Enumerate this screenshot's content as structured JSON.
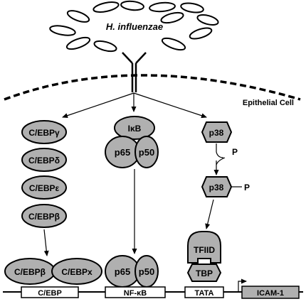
{
  "bacteria_label": "H. influenzae",
  "cell_label": "Epithelial Cell",
  "cebp_pathway": {
    "isoforms": [
      "C/EBPγ",
      "C/EBPδ",
      "C/EBPε",
      "C/EBPβ"
    ],
    "dimer": [
      "C/EBPβ",
      "C/EBPx"
    ],
    "site": "C/EBP"
  },
  "nfkb_pathway": {
    "inhibitor": "IκB",
    "subunits": [
      "p65",
      "p50"
    ],
    "nuclear_subunits": [
      "p65",
      "p50"
    ],
    "site": "NF-κB"
  },
  "p38_pathway": {
    "kinase": "p38",
    "phosphate": "P",
    "kinase_active": "p38",
    "phosphate_active": "P",
    "tfiid": "TFIID",
    "tbp": "TBP",
    "site": "TATA"
  },
  "gene": "ICAM-1",
  "colors": {
    "protein_fill": "#b0b0b0",
    "stroke": "#000000",
    "background": "#ffffff"
  }
}
